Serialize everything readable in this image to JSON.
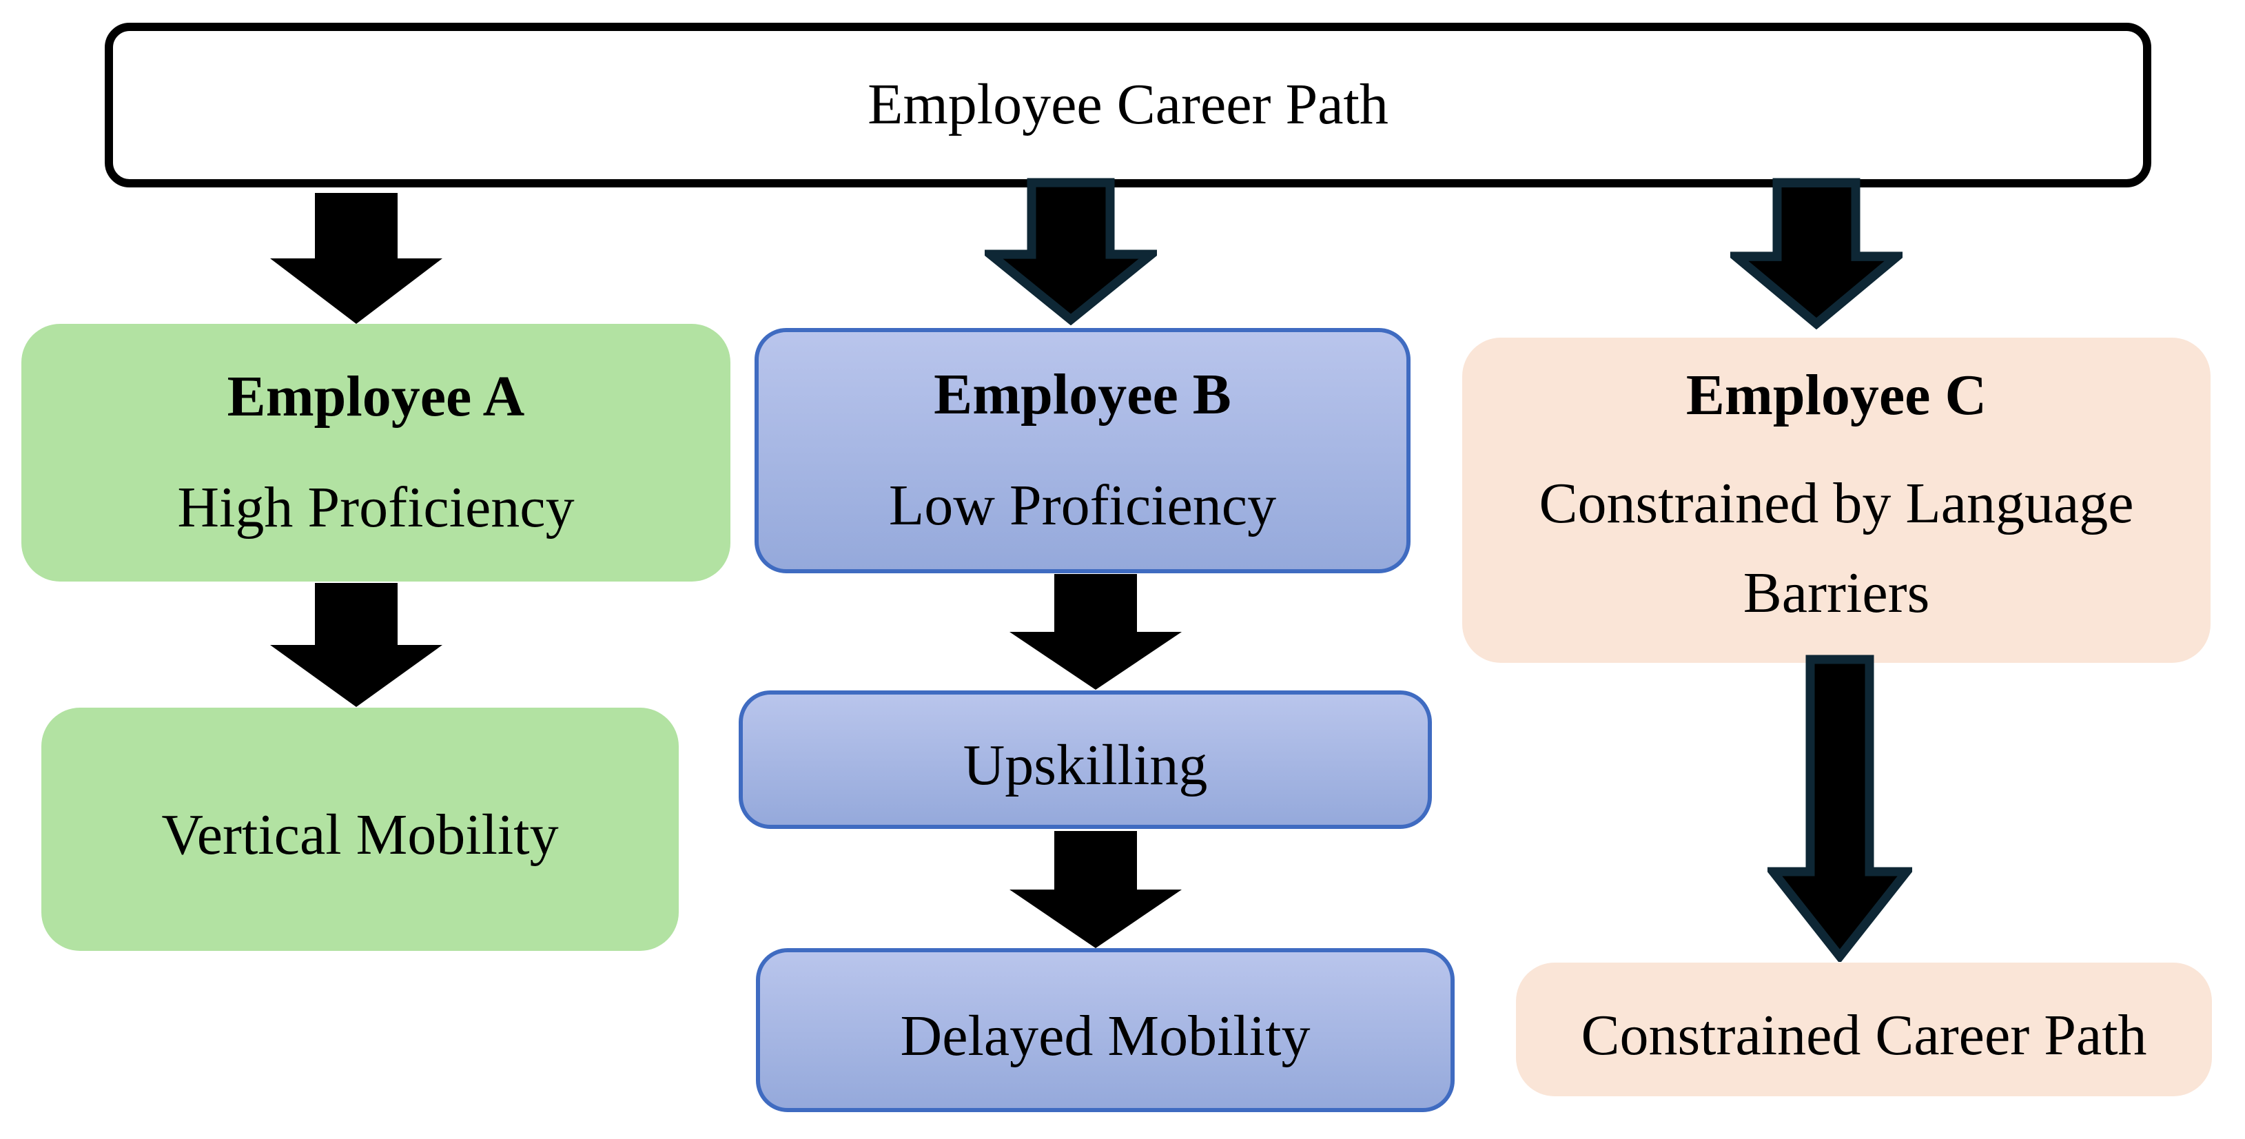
{
  "diagram": {
    "type": "flowchart",
    "nodes": {
      "root": {
        "label": "Employee Career Path"
      },
      "employee_a": {
        "title": "Employee A",
        "subtitle": "High Proficiency"
      },
      "employee_b": {
        "title": "Employee B",
        "subtitle": "Low Proficiency"
      },
      "employee_c": {
        "title": "Employee C",
        "subtitle": "Constrained by Language Barriers"
      },
      "vertical_mobility": {
        "label": "Vertical Mobility"
      },
      "upskilling": {
        "label": "Upskilling"
      },
      "delayed_mobility": {
        "label": "Delayed Mobility"
      },
      "constrained_career_path": {
        "label": "Constrained Career Path"
      }
    },
    "edges": [
      {
        "from": "root",
        "to": "employee_a"
      },
      {
        "from": "root",
        "to": "employee_b"
      },
      {
        "from": "root",
        "to": "employee_c"
      },
      {
        "from": "employee_a",
        "to": "vertical_mobility"
      },
      {
        "from": "employee_b",
        "to": "upskilling"
      },
      {
        "from": "upskilling",
        "to": "delayed_mobility"
      },
      {
        "from": "employee_c",
        "to": "constrained_career_path"
      }
    ]
  },
  "colors": {
    "background": "#ffffff",
    "root_border": "#000000",
    "green_fill": "#b2e2a2",
    "blue_fill_top": "#b9c5ec",
    "blue_fill_bottom": "#95a9db",
    "blue_border": "#3f6bc1",
    "peach_fill": "#fae5d7",
    "arrow_black": "#000000",
    "arrow_outline_teal": "#0e2735",
    "text": "#000000"
  }
}
